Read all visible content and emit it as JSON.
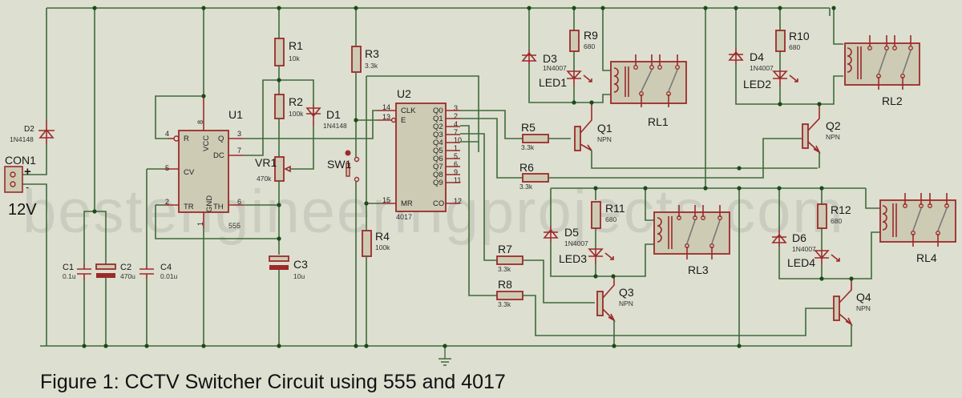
{
  "caption": "Figure 1: CCTV Switcher Circuit using 555 and 4017",
  "watermark": "bestengineeringprojects.com",
  "power": {
    "connector": "CON1",
    "voltage": "12V",
    "plus": "+",
    "minus": "-"
  },
  "components": {
    "D1": {
      "ref": "D1",
      "value": "1N4148"
    },
    "D2": {
      "ref": "D2",
      "value": "1N4148"
    },
    "D3": {
      "ref": "D3",
      "value": "1N4007"
    },
    "D4": {
      "ref": "D4",
      "value": "1N4007"
    },
    "D5": {
      "ref": "D5",
      "value": "1N4007"
    },
    "D6": {
      "ref": "D6",
      "value": "1N4007"
    },
    "R1": {
      "ref": "R1",
      "value": "10k"
    },
    "R2": {
      "ref": "R2",
      "value": "100k"
    },
    "R3": {
      "ref": "R3",
      "value": "3.3k"
    },
    "R4": {
      "ref": "R4",
      "value": "100k"
    },
    "R5": {
      "ref": "R5",
      "value": "3.3k"
    },
    "R6": {
      "ref": "R6",
      "value": "3.3k"
    },
    "R7": {
      "ref": "R7",
      "value": "3.3k"
    },
    "R8": {
      "ref": "R8",
      "value": "3.3k"
    },
    "R9": {
      "ref": "R9",
      "value": "680"
    },
    "R10": {
      "ref": "R10",
      "value": "680"
    },
    "R11": {
      "ref": "R11",
      "value": "680"
    },
    "R12": {
      "ref": "R12",
      "value": "680"
    },
    "VR1": {
      "ref": "VR1",
      "value": "470k"
    },
    "C1": {
      "ref": "C1",
      "value": "0.1u"
    },
    "C2": {
      "ref": "C2",
      "value": "470u"
    },
    "C3": {
      "ref": "C3",
      "value": "10u"
    },
    "C4": {
      "ref": "C4",
      "value": "0.01u"
    },
    "SW1": {
      "ref": "SW1"
    },
    "LED1": {
      "ref": "LED1"
    },
    "LED2": {
      "ref": "LED2"
    },
    "LED3": {
      "ref": "LED3"
    },
    "LED4": {
      "ref": "LED4"
    },
    "Q1": {
      "ref": "Q1",
      "value": "NPN"
    },
    "Q2": {
      "ref": "Q2",
      "value": "NPN"
    },
    "Q3": {
      "ref": "Q3",
      "value": "NPN"
    },
    "Q4": {
      "ref": "Q4",
      "value": "NPN"
    },
    "RL1": {
      "ref": "RL1"
    },
    "RL2": {
      "ref": "RL2"
    },
    "RL3": {
      "ref": "RL3"
    },
    "RL4": {
      "ref": "RL4"
    }
  },
  "U1": {
    "ref": "U1",
    "part": "555",
    "pins": {
      "R": "R",
      "VCC": "VCC",
      "Q": "Q",
      "DC": "DC",
      "CV": "CV",
      "TR": "TR",
      "GND": "GND",
      "TH": "TH",
      "n4": "4",
      "n8": "8",
      "n3": "3",
      "n7": "7",
      "n5": "5",
      "n2": "2",
      "n6": "6",
      "n1": "1"
    }
  },
  "U2": {
    "ref": "U2",
    "part": "4017",
    "left_pins": [
      {
        "name": "CLK",
        "num": "14"
      },
      {
        "name": "E",
        "num": "13"
      },
      {
        "name": "MR",
        "num": "15"
      }
    ],
    "right_pins": [
      {
        "name": "Q0",
        "num": "3"
      },
      {
        "name": "Q1",
        "num": "2"
      },
      {
        "name": "Q2",
        "num": "4"
      },
      {
        "name": "Q3",
        "num": "7"
      },
      {
        "name": "Q4",
        "num": "10"
      },
      {
        "name": "Q5",
        "num": "1"
      },
      {
        "name": "Q6",
        "num": "5"
      },
      {
        "name": "Q7",
        "num": "6"
      },
      {
        "name": "Q8",
        "num": "9"
      },
      {
        "name": "Q9",
        "num": "11"
      },
      {
        "name": "CO",
        "num": "12"
      }
    ]
  }
}
